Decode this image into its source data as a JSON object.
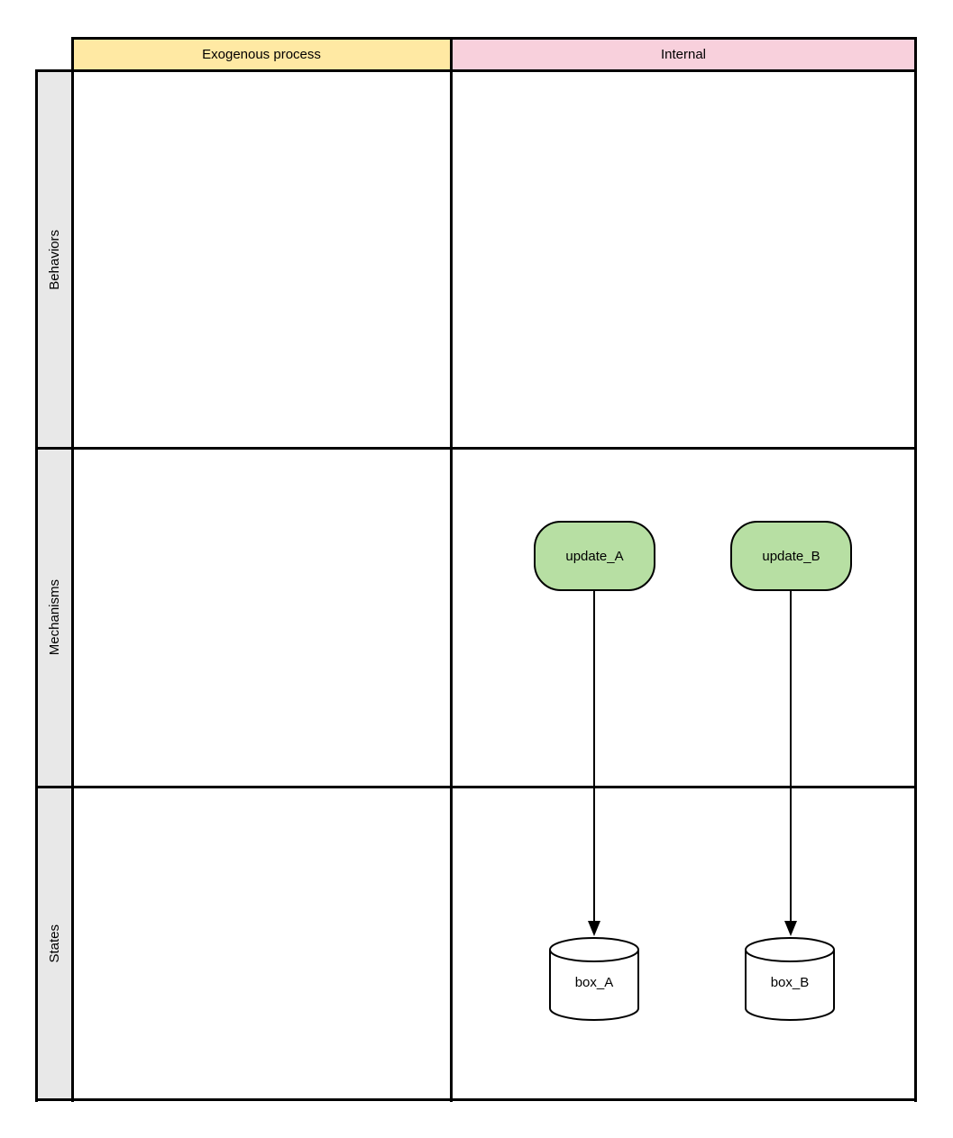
{
  "diagram": {
    "column_headers": [
      {
        "label": "Exogenous process",
        "fill": "#ffe9a3"
      },
      {
        "label": "Internal",
        "fill": "#f8d0dc"
      }
    ],
    "row_headers": [
      {
        "label": "Behaviors",
        "fill": "#e8e8e8"
      },
      {
        "label": "Mechanisms",
        "fill": "#e8e8e8"
      },
      {
        "label": "States",
        "fill": "#e8e8e8"
      }
    ],
    "grid_line_color": "#000000",
    "nodes": {
      "update_A": {
        "label": "update_A",
        "type": "rounded-process",
        "fill": "#b7dfa3",
        "row": "Mechanisms",
        "column": "Internal"
      },
      "update_B": {
        "label": "update_B",
        "type": "rounded-process",
        "fill": "#b7dfa3",
        "row": "Mechanisms",
        "column": "Internal"
      },
      "box_A": {
        "label": "box_A",
        "type": "cylinder",
        "fill": "#ffffff",
        "row": "States",
        "column": "Internal"
      },
      "box_B": {
        "label": "box_B",
        "type": "cylinder",
        "fill": "#ffffff",
        "row": "States",
        "column": "Internal"
      }
    },
    "edges": [
      {
        "from": "update_A",
        "to": "box_A",
        "style": "solid-arrow"
      },
      {
        "from": "update_B",
        "to": "box_B",
        "style": "solid-arrow"
      }
    ]
  }
}
